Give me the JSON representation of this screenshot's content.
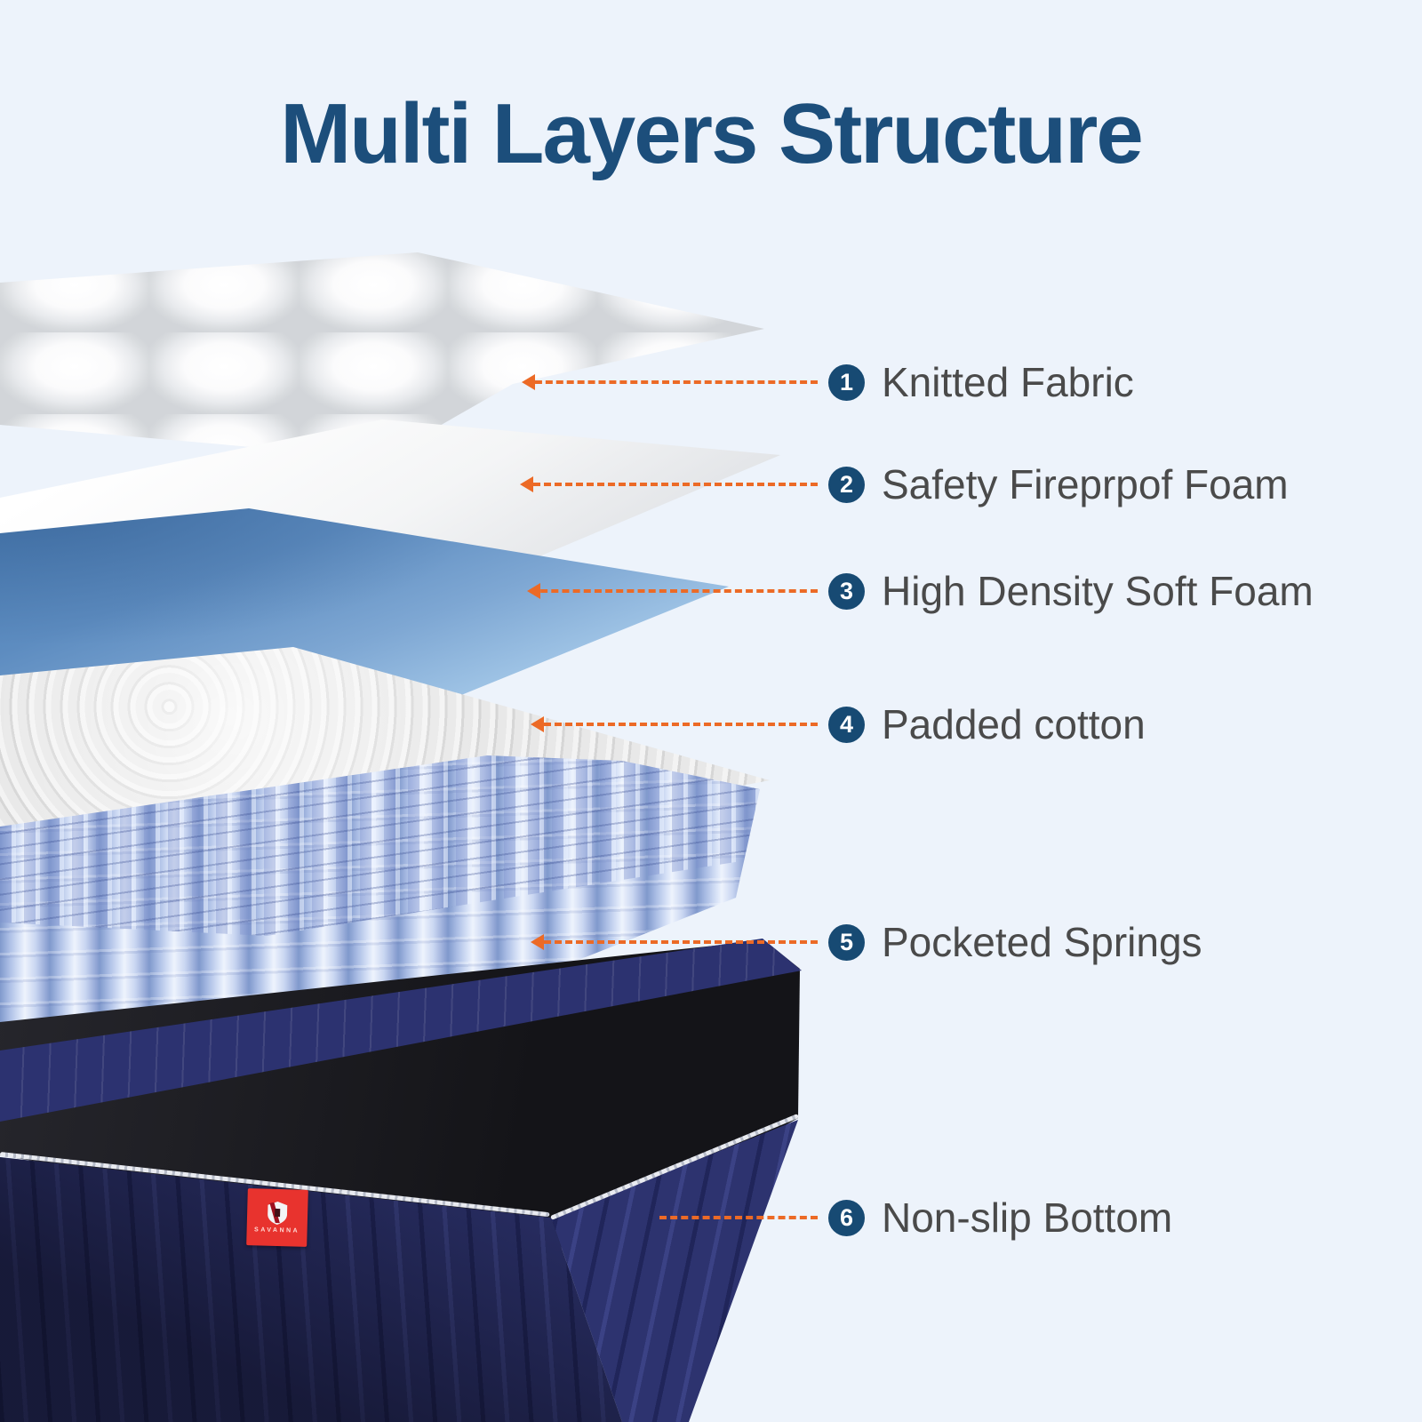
{
  "title": "Multi Layers Structure",
  "labels": [
    {
      "num": "1",
      "text": "Knitted Fabric"
    },
    {
      "num": "2",
      "text": "Safety Fireprpof Foam"
    },
    {
      "num": "3",
      "text": "High Density Soft Foam"
    },
    {
      "num": "4",
      "text": "Padded cotton"
    },
    {
      "num": "5",
      "text": "Pocketed Springs"
    },
    {
      "num": "6",
      "text": "Non-slip Bottom"
    }
  ],
  "brand_tag": {
    "text": "SAVANNA"
  },
  "colors": {
    "background": "#edf3fb",
    "title_blue": "#1c4e7b",
    "badge_navy": "#174a73",
    "label_gray": "#4a4a4a",
    "arrow_orange": "#ec6a26",
    "base_navy": "#2d336f",
    "springs_periwinkle": "#b3c4ea",
    "soft_foam_blue": "#5d8cc0",
    "tag_red": "#e8332e"
  }
}
